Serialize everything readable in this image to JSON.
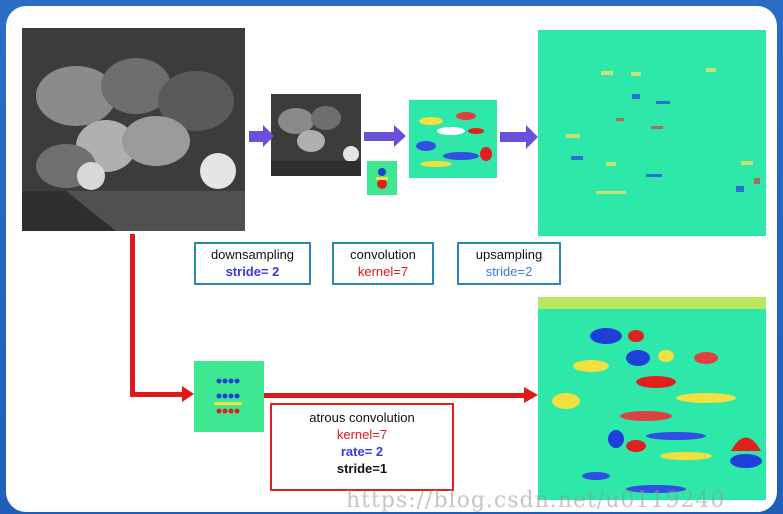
{
  "steps": {
    "downsampling": {
      "title": "downsampling",
      "param": "stride= 2"
    },
    "convolution": {
      "title": "convolution",
      "param": "kernel=7"
    },
    "upsampling": {
      "title": "upsampling",
      "param": "stride=2"
    }
  },
  "atrous": {
    "title": "atrous convolution",
    "kernel": "kernel=7",
    "rate": "rate= 2",
    "stride": "stride=1"
  },
  "watermark": "https://blog.csdn.net/u0119240",
  "colors": {
    "background": "#2b6cc4",
    "box_border": "#2a86b6",
    "atrous_border": "#e02020",
    "arrow_purple": "#6a4fd8",
    "arrow_red": "#e01818",
    "feature_base": "#2de8a8"
  }
}
